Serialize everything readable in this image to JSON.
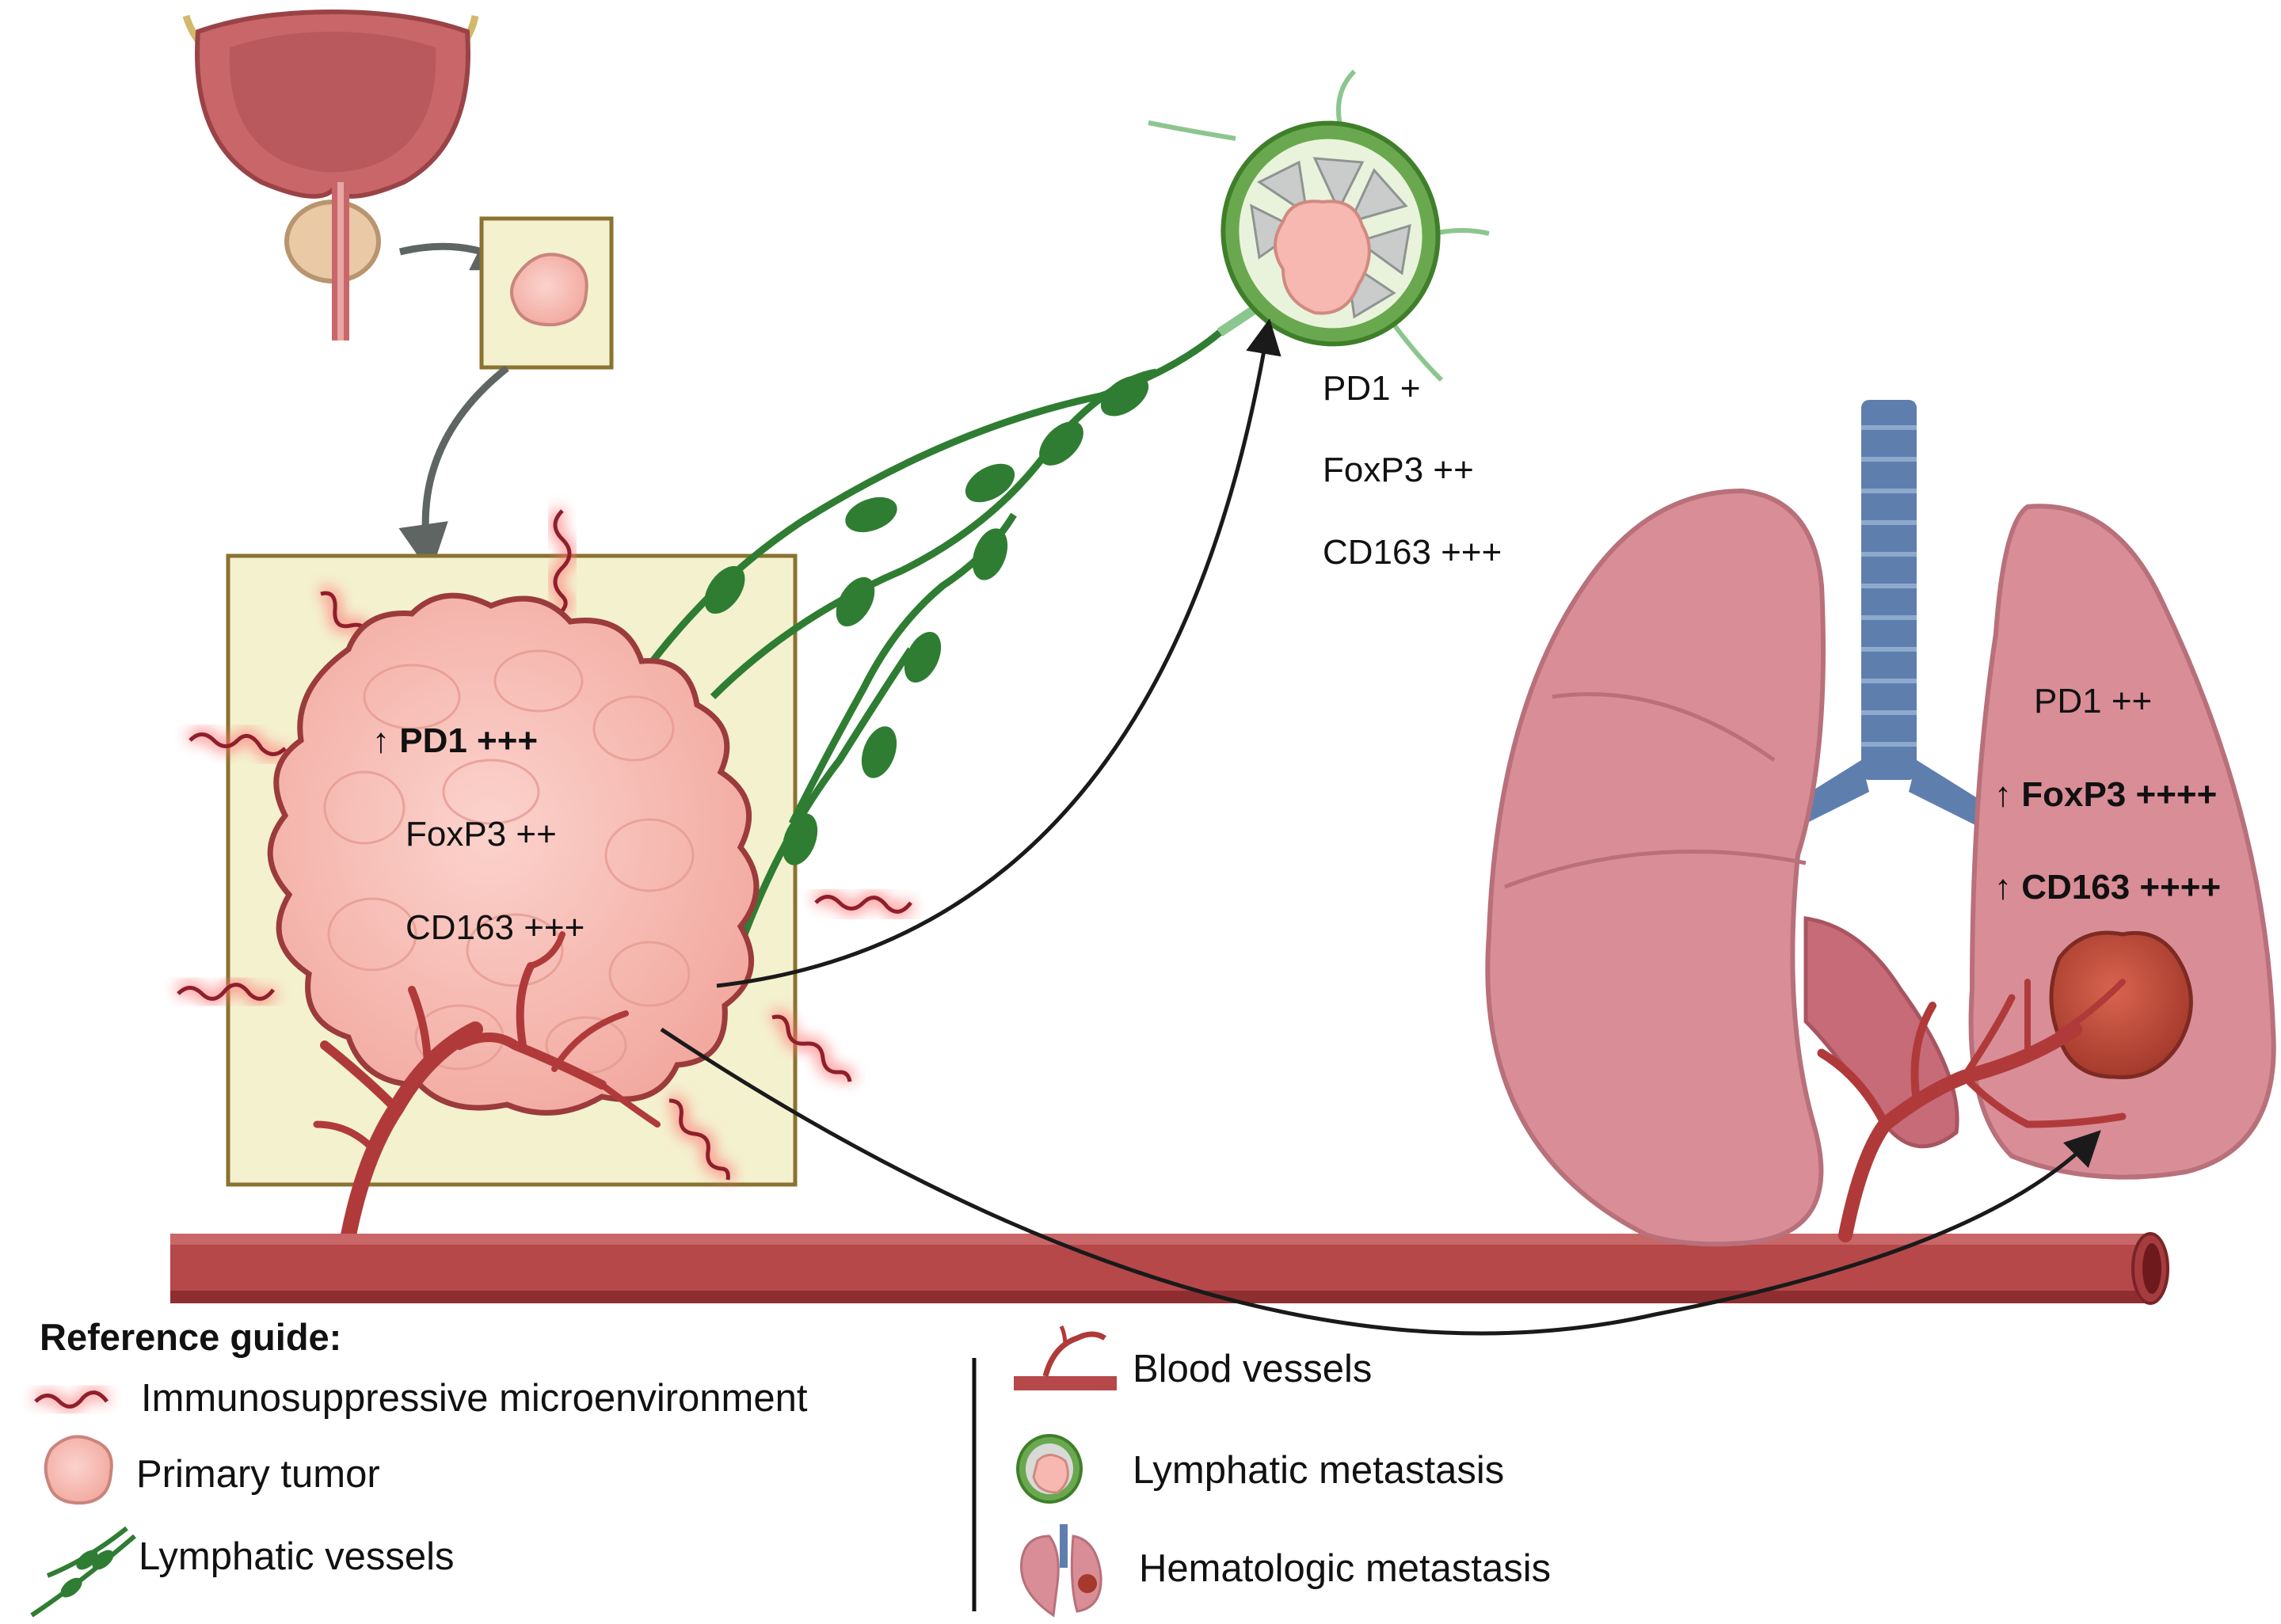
{
  "primary_markers": [
    "↑ PD1 +++",
    "FoxP3 ++",
    "CD163 +++"
  ],
  "lymph_markers": [
    "PD1 +",
    "FoxP3 ++",
    "CD163 +++"
  ],
  "lung_markers": [
    "PD1 ++",
    "↑ FoxP3 ++++",
    "↑ CD163 ++++"
  ],
  "legend": {
    "title": "Reference guide:",
    "items": {
      "immuno": "Immunosuppressive microenvironment",
      "primary": "Primary tumor",
      "lymph_vessels": "Lymphatic vessels",
      "blood": "Blood vessels",
      "lymph_meta": "Lymphatic metastasis",
      "hema_meta": "Hematologic metastasis"
    }
  },
  "colors": {
    "tumor": "#f6b8b0",
    "tumor_outline": "#9b3b3b",
    "panel": "#f4f1cf",
    "panel_border": "#8a7330",
    "vessel": "#b03a3a",
    "lymph": "#2f7d32",
    "lung": "#d98d97",
    "trachea": "#5e7fae"
  }
}
